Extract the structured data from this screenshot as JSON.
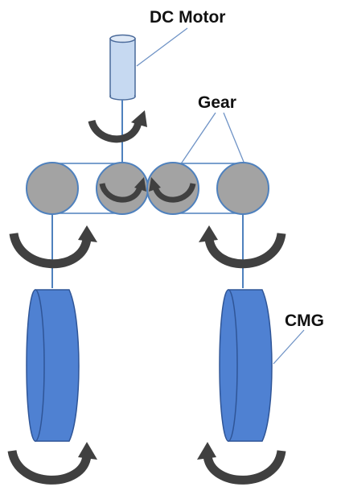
{
  "labels": {
    "motor": "DC Motor",
    "gear": "Gear",
    "cmg": "CMG"
  },
  "colors": {
    "motor_fill": "#c6d9f1",
    "motor_stroke": "#4a6a9a",
    "gear_fill": "#a3a3a3",
    "gear_stroke": "#4f81bd",
    "cmg_fill": "#4f81d2",
    "cmg_stroke": "#2f5597",
    "arrow": "#404040",
    "line": "#4f81bd",
    "leader": "#6f93c6"
  },
  "rotation_arrows": [
    {
      "location": "motor shaft",
      "direction": "clockwise"
    },
    {
      "location": "left inner gear",
      "direction": "clockwise"
    },
    {
      "location": "right inner gear",
      "direction": "counterclockwise"
    },
    {
      "location": "left upper shaft",
      "direction": "clockwise"
    },
    {
      "location": "right upper shaft",
      "direction": "counterclockwise"
    },
    {
      "location": "left bottom",
      "direction": "clockwise"
    },
    {
      "location": "right bottom",
      "direction": "counterclockwise"
    }
  ]
}
